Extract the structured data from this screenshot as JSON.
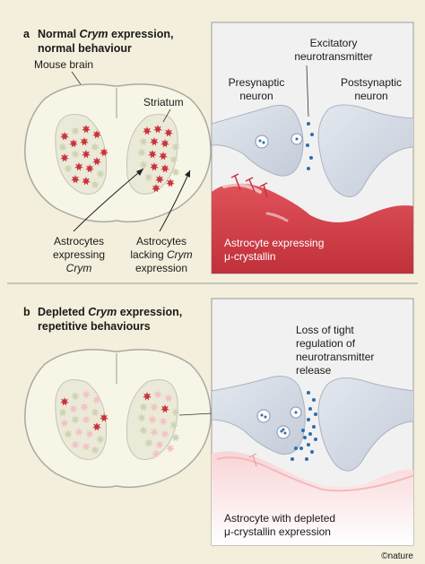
{
  "panel_a": {
    "letter": "a",
    "title_part1": "Normal ",
    "title_italic": "Crym",
    "title_part2": " expression,",
    "title_line2": "normal behaviour",
    "mouse_brain": "Mouse brain",
    "striatum": "Striatum",
    "astro_expressing_1": "Astrocytes",
    "astro_expressing_2": "expressing",
    "astro_expressing_3": "Crym",
    "astro_lacking_1": "Astrocytes",
    "astro_lacking_2": "lacking ",
    "astro_lacking_2i": "Crym",
    "astro_lacking_3": "expression",
    "excitatory_1": "Excitatory",
    "excitatory_2": "neurotransmitter",
    "presynaptic_1": "Presynaptic",
    "presynaptic_2": "neuron",
    "postsynaptic_1": "Postsynaptic",
    "postsynaptic_2": "neuron",
    "astro_label_1": "Astrocyte expressing",
    "astro_label_2": "μ-crystallin"
  },
  "panel_b": {
    "letter": "b",
    "title_part1": "Depleted ",
    "title_italic": "Crym",
    "title_part2": " expression,",
    "title_line2": "repetitive behaviours",
    "loss_1": "Loss of tight",
    "loss_2": "regulation of",
    "loss_3": "neurotransmitter",
    "loss_4": "release",
    "astro_label_1": "Astrocyte with depleted",
    "astro_label_2": "μ-crystallin expression"
  },
  "credit": "©nature",
  "colors": {
    "background": "#f3efdc",
    "astrocyte_red": "#c9333b",
    "astrocyte_pink": "#f2c4c6",
    "astrocyte_green": "#cfd4b2",
    "neuron": "#d3d9e4",
    "neurotransmitter": "#2a6fb0"
  }
}
